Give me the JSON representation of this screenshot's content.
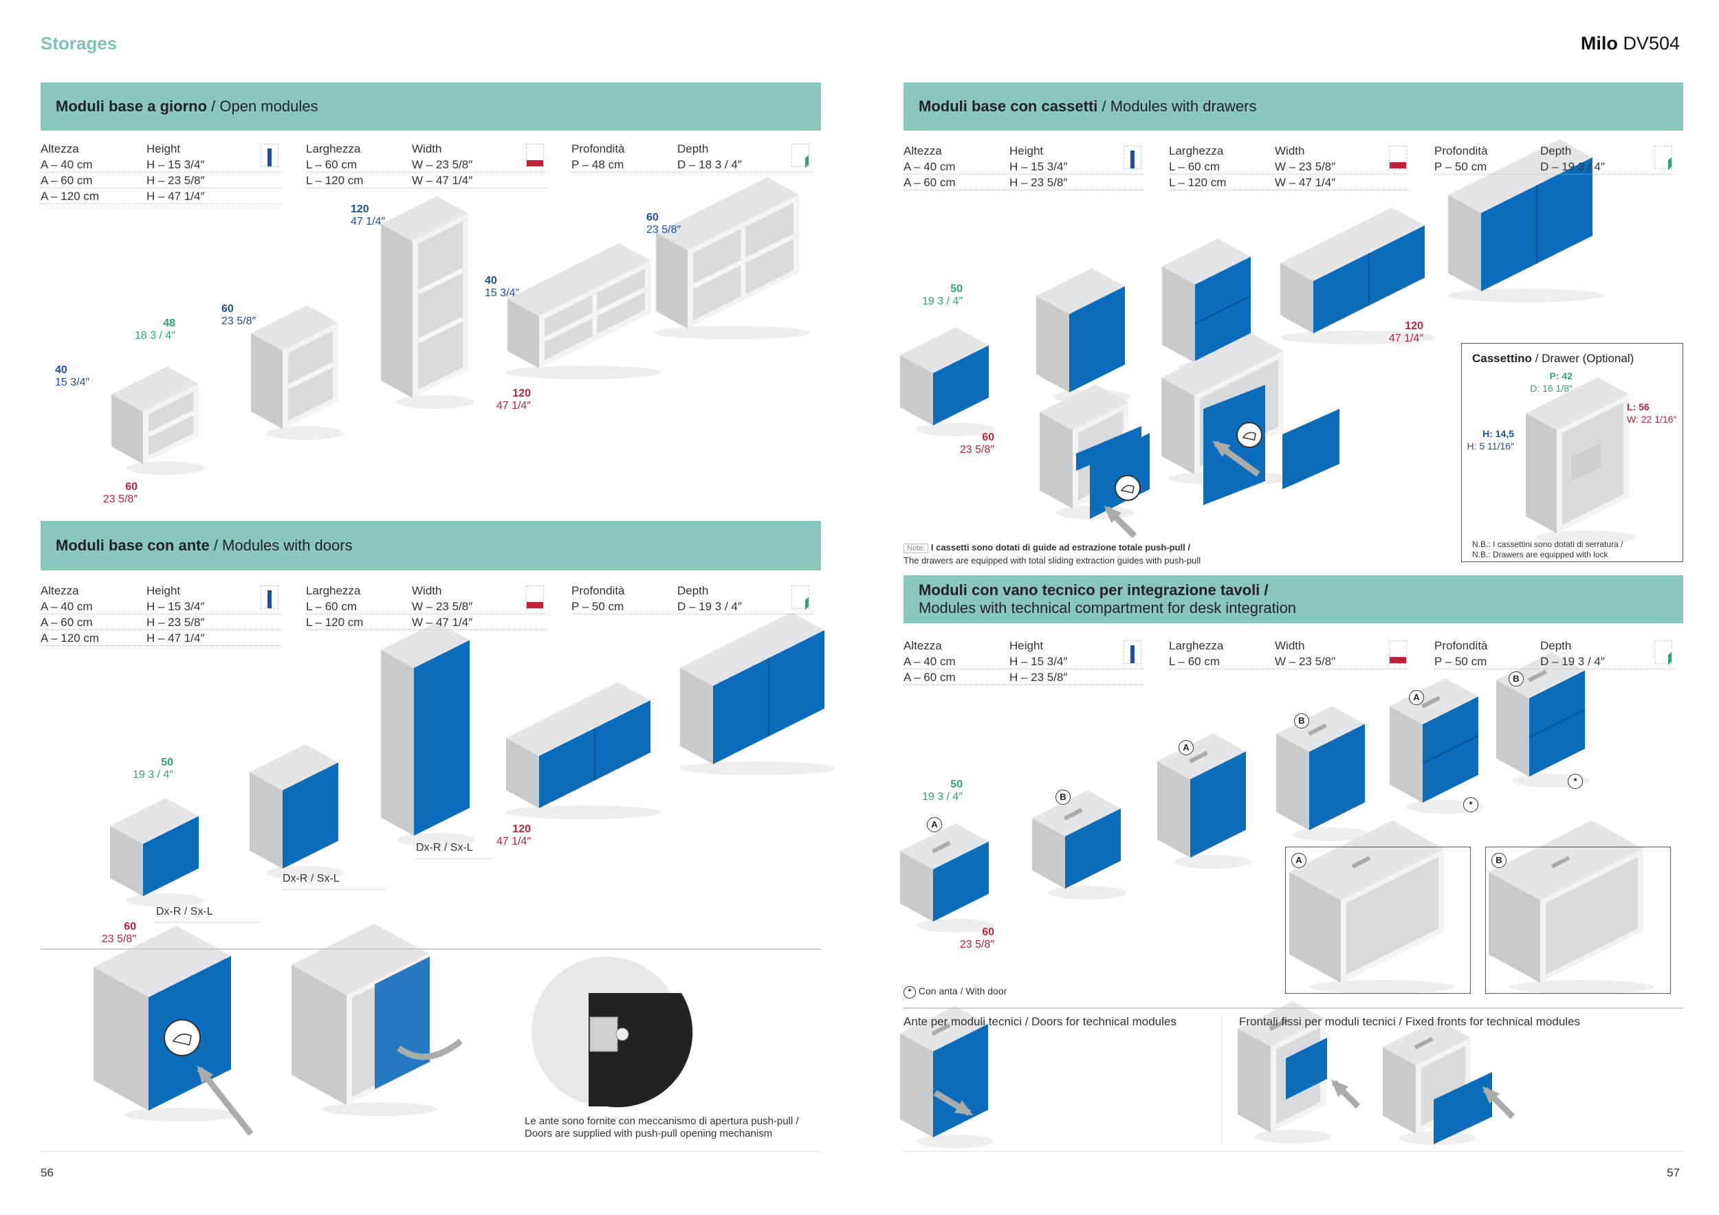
{
  "header": {
    "section": "Storages",
    "product_bold": "Milo",
    "product_code": "DV504"
  },
  "pages": {
    "left": "56",
    "right": "57"
  },
  "open_modules": {
    "title_it": "Moduli base a giorno",
    "title_en": "/ Open modules",
    "specs": {
      "height": {
        "label_it": "Altezza",
        "label_en": "Height",
        "rows": [
          [
            "A – 40 cm",
            "H – 15 3/4″"
          ],
          [
            "A – 60 cm",
            "H – 23 5/8″"
          ],
          [
            "A – 120 cm",
            "H – 47 1/4″"
          ]
        ]
      },
      "width": {
        "label_it": "Larghezza",
        "label_en": "Width",
        "rows": [
          [
            "L – 60 cm",
            "W – 23 5/8″"
          ],
          [
            "L – 120 cm",
            "W – 47 1/4″"
          ]
        ]
      },
      "depth": {
        "label_it": "Profondità",
        "label_en": "Depth",
        "rows": [
          [
            "P – 48 cm",
            "D – 18 3 / 4″"
          ]
        ]
      }
    },
    "dims": {
      "h40": {
        "cm": "40",
        "in": "15 3/4″"
      },
      "d48": {
        "cm": "48",
        "in": "18 3 / 4″"
      },
      "w60": {
        "cm": "60",
        "in": "23 5/8″"
      },
      "h60": {
        "cm": "60",
        "in": "23 5/8″"
      },
      "h120": {
        "cm": "120",
        "in": "47 1/4″"
      },
      "h40b": {
        "cm": "40",
        "in": "15 3/4″"
      },
      "w120": {
        "cm": "120",
        "in": "47 1/4″"
      },
      "h60b": {
        "cm": "60",
        "in": "23 5/8″"
      }
    }
  },
  "door_modules": {
    "title_it": "Moduli base con ante",
    "title_en": "/ Modules  with doors",
    "specs": {
      "height": {
        "label_it": "Altezza",
        "label_en": "Height",
        "rows": [
          [
            "A – 40 cm",
            "H – 15 3/4″"
          ],
          [
            "A – 60 cm",
            "H – 23 5/8″"
          ],
          [
            "A – 120 cm",
            "H – 47 1/4″"
          ]
        ]
      },
      "width": {
        "label_it": "Larghezza",
        "label_en": "Width",
        "rows": [
          [
            "L – 60 cm",
            "W – 23 5/8″"
          ],
          [
            "L – 120 cm",
            "W – 47 1/4″"
          ]
        ]
      },
      "depth": {
        "label_it": "Profondità",
        "label_en": "Depth",
        "rows": [
          [
            "P – 50 cm",
            "D – 19 3 / 4″"
          ]
        ]
      }
    },
    "dims": {
      "d50": {
        "cm": "50",
        "in": "19 3 / 4″"
      },
      "w60": {
        "cm": "60",
        "in": "23 5/8″"
      },
      "w120": {
        "cm": "120",
        "in": "47 1/4″"
      }
    },
    "hinge_labels": [
      "Dx-R / Sx-L",
      "Dx-R / Sx-L",
      "Dx-R / Sx-L"
    ],
    "caption": [
      "Le ante sono fornite con meccanismo di apertura push-pull /",
      "Doors are supplied with push-pull opening mechanism"
    ]
  },
  "drawer_modules": {
    "title_it": "Moduli base con cassetti",
    "title_en": "/ Modules with drawers",
    "specs": {
      "height": {
        "label_it": "Altezza",
        "label_en": "Height",
        "rows": [
          [
            "A – 40 cm",
            "H – 15 3/4″"
          ],
          [
            "A – 60 cm",
            "H – 23 5/8″"
          ]
        ]
      },
      "width": {
        "label_it": "Larghezza",
        "label_en": "Width",
        "rows": [
          [
            "L – 60 cm",
            "W – 23 5/8″"
          ],
          [
            "L – 120 cm",
            "W – 47 1/4″"
          ]
        ]
      },
      "depth": {
        "label_it": "Profondità",
        "label_en": "Depth",
        "rows": [
          [
            "P – 50 cm",
            "D – 19 3 / 4″"
          ]
        ]
      }
    },
    "dims": {
      "d50": {
        "cm": "50",
        "in": "19 3 / 4″"
      },
      "w60": {
        "cm": "60",
        "in": "23 5/8″"
      },
      "w120": {
        "cm": "120",
        "in": "47 1/4″"
      }
    },
    "note_badge": "Note:",
    "note_it": "I cassetti sono dotati di guide ad estrazione totale push-pull /",
    "note_en": "The drawers are equipped with total sliding extraction guides with push-pull",
    "drawer_box": {
      "title_bold": "Cassettino",
      "title_rest": "/ Drawer  (Optional)",
      "p": {
        "cm": "P: 42",
        "in": "D: 16 1/8″"
      },
      "l": {
        "cm": "L: 56",
        "in": "W: 22 1/16″"
      },
      "h": {
        "cm": "H: 14,5",
        "in": "H: 5 11/16″"
      },
      "nb_it": "N.B.: I cassettini sono dotati di serratura /",
      "nb_en": "N.B.: Drawers are equipped with lock"
    }
  },
  "tech_modules": {
    "title_it": "Moduli con vano tecnico per integrazione tavoli /",
    "title_en": "Modules with technical compartment for desk integration",
    "specs": {
      "height": {
        "label_it": "Altezza",
        "label_en": "Height",
        "rows": [
          [
            "A – 40 cm",
            "H – 15 3/4″"
          ],
          [
            "A – 60 cm",
            "H – 23 5/8″"
          ]
        ]
      },
      "width": {
        "label_it": "Larghezza",
        "label_en": "Width",
        "rows": [
          [
            "L – 60 cm",
            "W – 23 5/8″"
          ]
        ]
      },
      "depth": {
        "label_it": "Profondità",
        "label_en": "Depth",
        "rows": [
          [
            "P – 50 cm",
            "D – 19 3 / 4″"
          ]
        ]
      }
    },
    "dims": {
      "d50": {
        "cm": "50",
        "in": "19 3 / 4″"
      },
      "w60": {
        "cm": "60",
        "in": "23 5/8″"
      }
    },
    "markers": [
      "A",
      "B",
      "A",
      "B",
      "A",
      "B"
    ],
    "frame_markers": [
      "A",
      "B"
    ],
    "asterisk": "*",
    "legend": "Con anta / With door",
    "doors_title": "Ante per moduli tecnici   / Doors for technical modules",
    "fronts_title": "Frontali fissi per moduli tecnici / Fixed fronts for technical modules"
  },
  "colors": {
    "band": "#89c6bb",
    "accent": "#7fc4b4",
    "cabinet_blue": "#0a6cba",
    "dim_blue": "#1f4fa0",
    "dim_red": "#c0223b",
    "dim_green": "#2aa57c"
  }
}
